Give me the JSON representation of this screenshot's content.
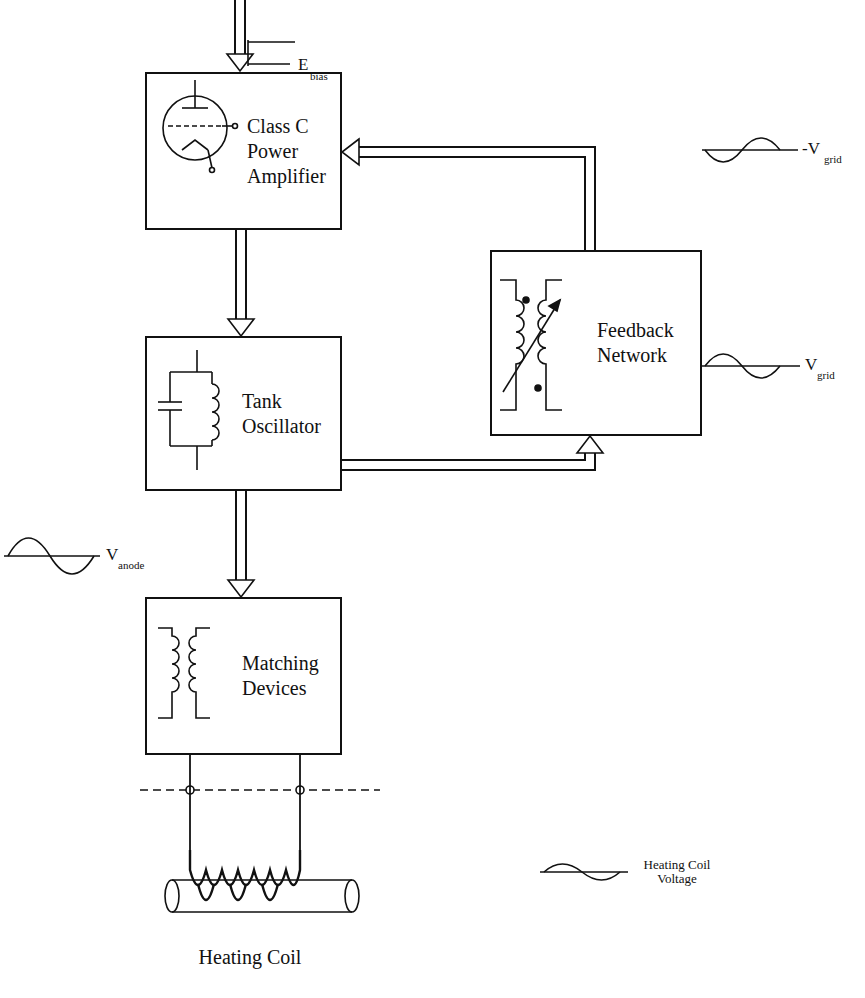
{
  "diagram": {
    "nodes": [
      {
        "text": [
          "Class C Power Amplifier"
        ]
      },
      {
        "text": [
          "Feedback Network"
        ]
      },
      {
        "text": [
          "Tank Oscillator"
        ]
      },
      {
        "text": [
          "Matching Devices"
        ]
      },
      {
        "text": [
          "Heating Coil"
        ]
      }
    ],
    "edges": [
      {
        "from": 0,
        "to": 2,
        "arrow": "to"
      },
      {
        "from": 2,
        "to": 1,
        "arrow": "to"
      },
      {
        "from": 1,
        "to": 0,
        "arrow": "to"
      },
      {
        "from": 2,
        "to": 3,
        "arrow": "to"
      },
      {
        "from": 3,
        "to": 4,
        "arrow": "none"
      }
    ],
    "labels": [
      "E",
      "bias",
      "-V",
      "grid",
      "V",
      "grid",
      "V",
      "anode",
      "Heating Coil Voltage"
    ]
  }
}
